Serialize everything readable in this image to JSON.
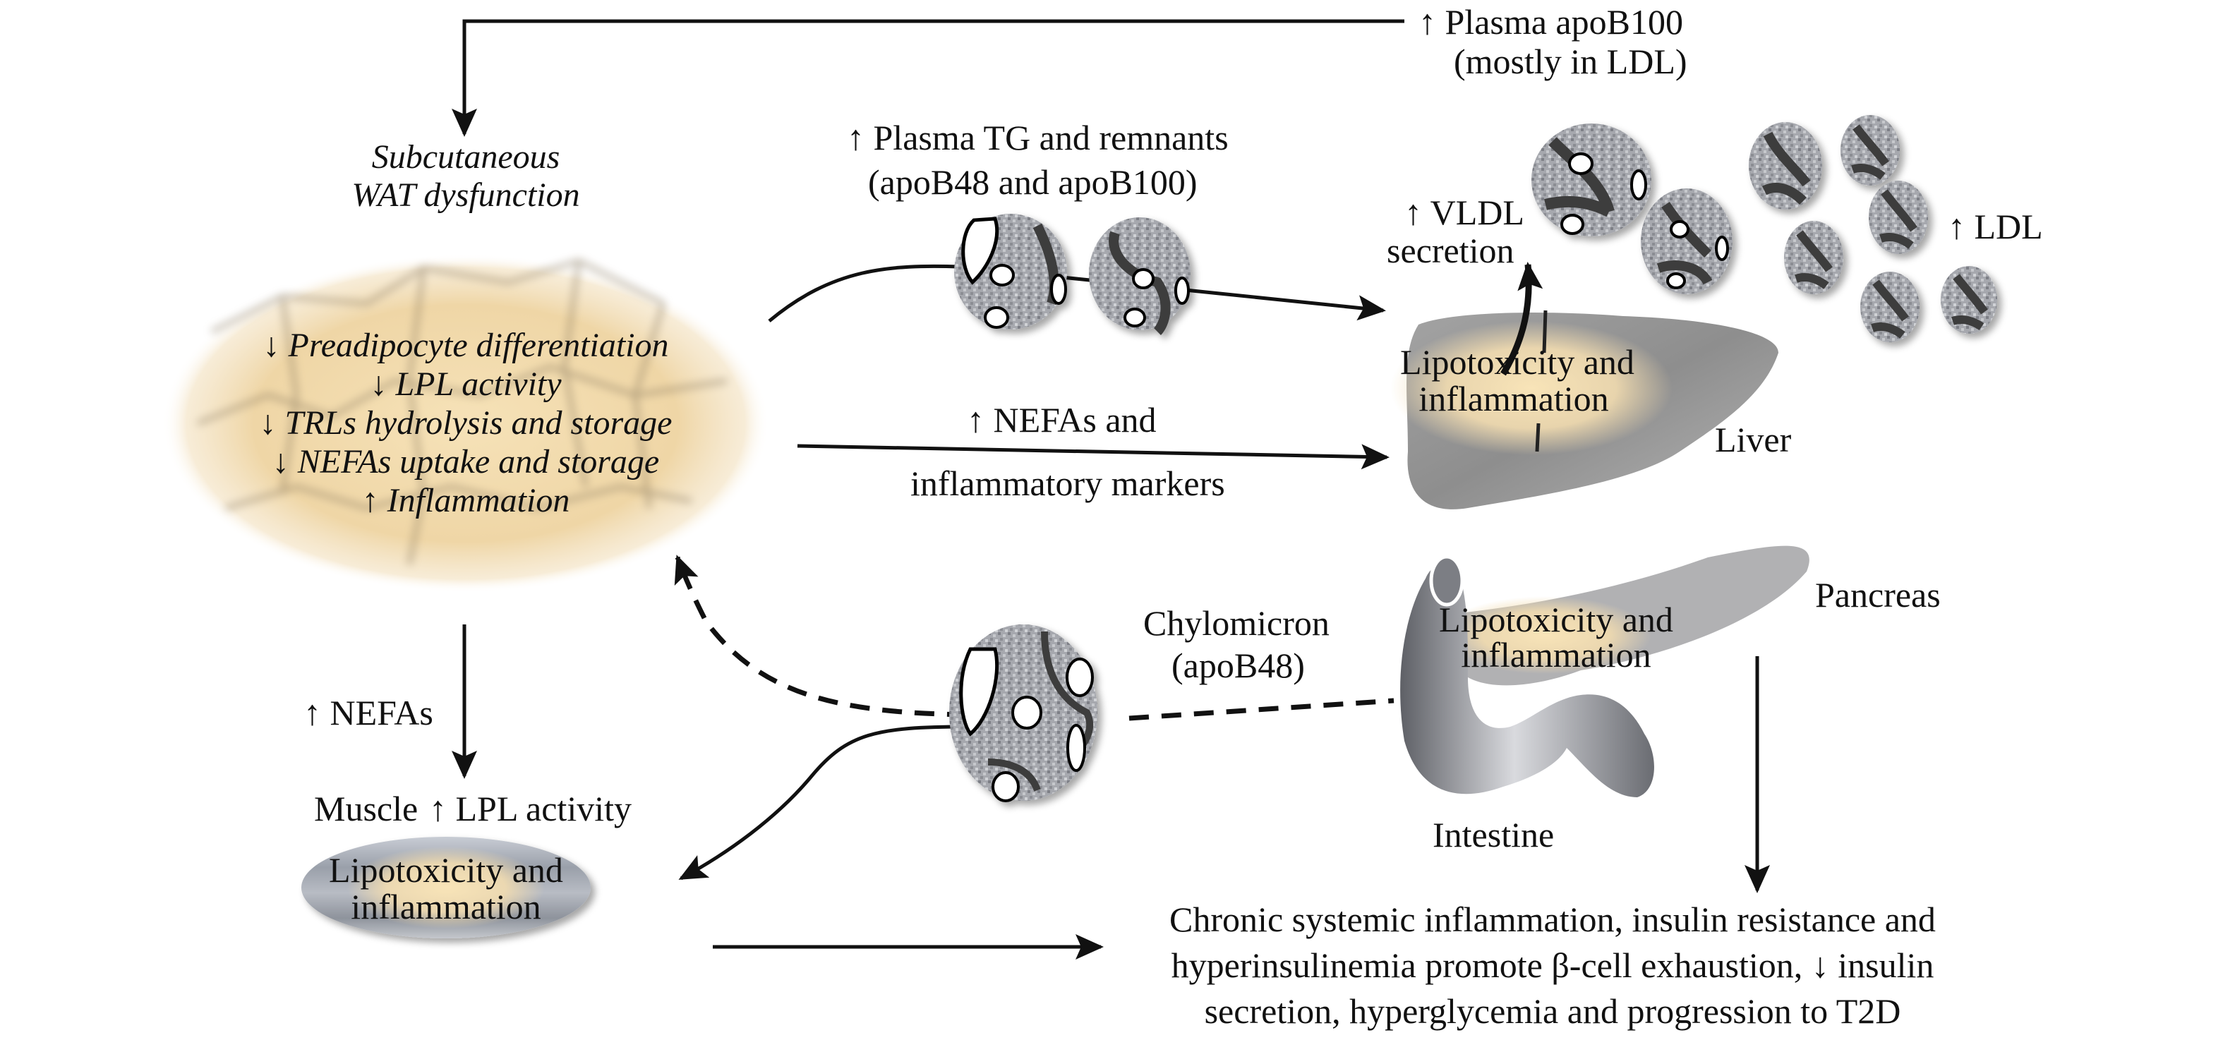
{
  "colors": {
    "ink": "#111111",
    "fat": "#f3dcae",
    "fat_light": "#f8ead0",
    "organ_gray": "#9a9a9a",
    "particle_gray": "#a8a8ae"
  },
  "top_label": {
    "line1": "↑ Plasma apoB100",
    "line2": "(mostly in LDL)"
  },
  "wat": {
    "title_line1": "Subcutaneous",
    "title_line2": "WAT dysfunction",
    "effects": [
      "↓ Preadipocyte differentiation",
      "↓ LPL activity",
      "↓ TRLs hydrolysis and storage",
      "↓ NEFAs uptake and storage",
      "↑ Inflammation"
    ]
  },
  "plasma_tg": {
    "line1": "↑ Plasma TG and remnants",
    "line2": "(apoB48 and apoB100)"
  },
  "nefas_liver": {
    "line1": "↑ NEFAs and",
    "line2": "inflammatory markers"
  },
  "vldl": {
    "line1": "↑ VLDL",
    "line2": "secretion"
  },
  "ldl_label": "↑ LDL",
  "liver": {
    "name": "Liver",
    "effect_line1": "Lipotoxicity and",
    "effect_line2": "inflammation"
  },
  "chylomicron": {
    "line1": "Chylomicron",
    "line2": "(apoB48)"
  },
  "pancreas": {
    "name": "Pancreas",
    "effect_line1": "Lipotoxicity and",
    "effect_line2": "inflammation"
  },
  "intestine": {
    "name": "Intestine"
  },
  "nefas_muscle": "↑ NEFAs",
  "muscle": {
    "name": "Muscle",
    "lpl": "↑ LPL activity",
    "effect_line1": "Lipotoxicity and",
    "effect_line2": "inflammation"
  },
  "outcome": {
    "line1": "Chronic systemic inflammation, insulin resistance and",
    "line2": "hyperinsulinemia promote β-cell exhaustion, ↓ insulin",
    "line3": "secretion, hyperglycemia and progression to T2D"
  }
}
